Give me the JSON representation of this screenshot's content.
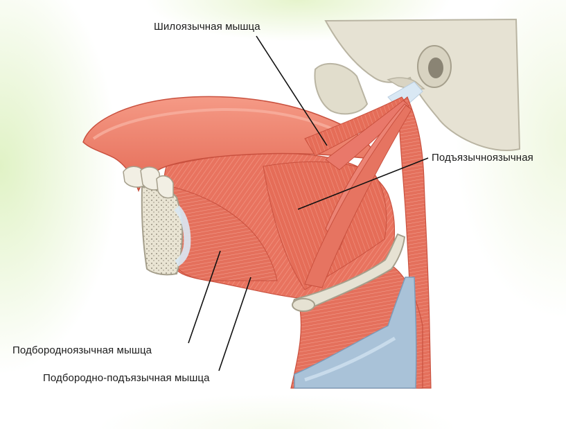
{
  "labels": {
    "styloglossus": "Шилоязычная мышца",
    "hyoglossus": "Подъязычноязычная",
    "genioglossus": "Подбородноязычная мышца",
    "geniohyoid": "Подбородно-подъязычная мышца"
  },
  "colors": {
    "muscle": "#e8735f",
    "muscle_light": "#f08a78",
    "muscle_dark": "#c9513f",
    "bone": "#e6e2d3",
    "bone_dark": "#b9b4a2",
    "tendon": "#d9e8f4",
    "cartilage": "#a9c2d8",
    "leader": "#111111"
  }
}
